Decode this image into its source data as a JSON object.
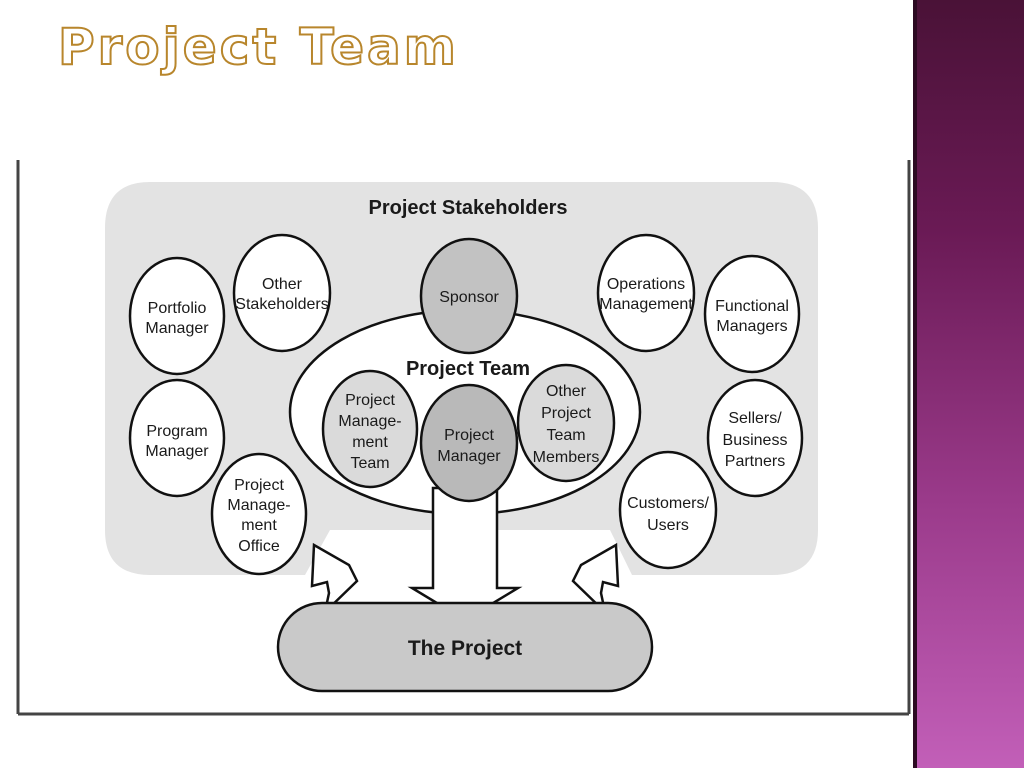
{
  "slide": {
    "title": "Project Team"
  },
  "diagram": {
    "outer_label": "Project Stakeholders",
    "team_label": "Project Team",
    "project_label": "The Project",
    "nodes": {
      "sponsor": [
        "Sponsor"
      ],
      "portfolio_manager": [
        "Portfolio",
        "Manager"
      ],
      "other_stakeholders": [
        "Other",
        "Stakeholders"
      ],
      "operations_management": [
        "Operations",
        "Management"
      ],
      "functional_managers": [
        "Functional",
        "Managers"
      ],
      "program_manager": [
        "Program",
        "Manager"
      ],
      "pmo": [
        "Project",
        "Manage-",
        "ment",
        "Office"
      ],
      "project_management_team": [
        "Project",
        "Manage-",
        "ment",
        "Team"
      ],
      "project_manager": [
        "Project",
        "Manager"
      ],
      "other_project_team_members": [
        "Other",
        "Project",
        "Team",
        "Members"
      ],
      "sellers_business_partners": [
        "Sellers/",
        "Business",
        "Partners"
      ],
      "customers_users": [
        "Customers/",
        "Users"
      ]
    }
  }
}
